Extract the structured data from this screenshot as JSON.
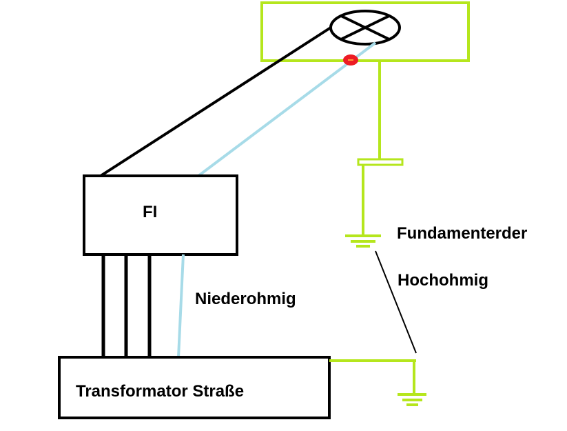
{
  "labels": {
    "fi": "FI",
    "transformer": "Transformator Straße",
    "low_resistance": "Niederohmig",
    "foundation_earth": "Fundamenterder",
    "high_resistance": "Hochohmig"
  },
  "colors": {
    "outline": "#000000",
    "phase_wire": "#000000",
    "neutral_wire": "#a7dbe8",
    "earth_wire": "#b5e61d",
    "fault_point": "#ed1c24",
    "background": "#ffffff"
  }
}
